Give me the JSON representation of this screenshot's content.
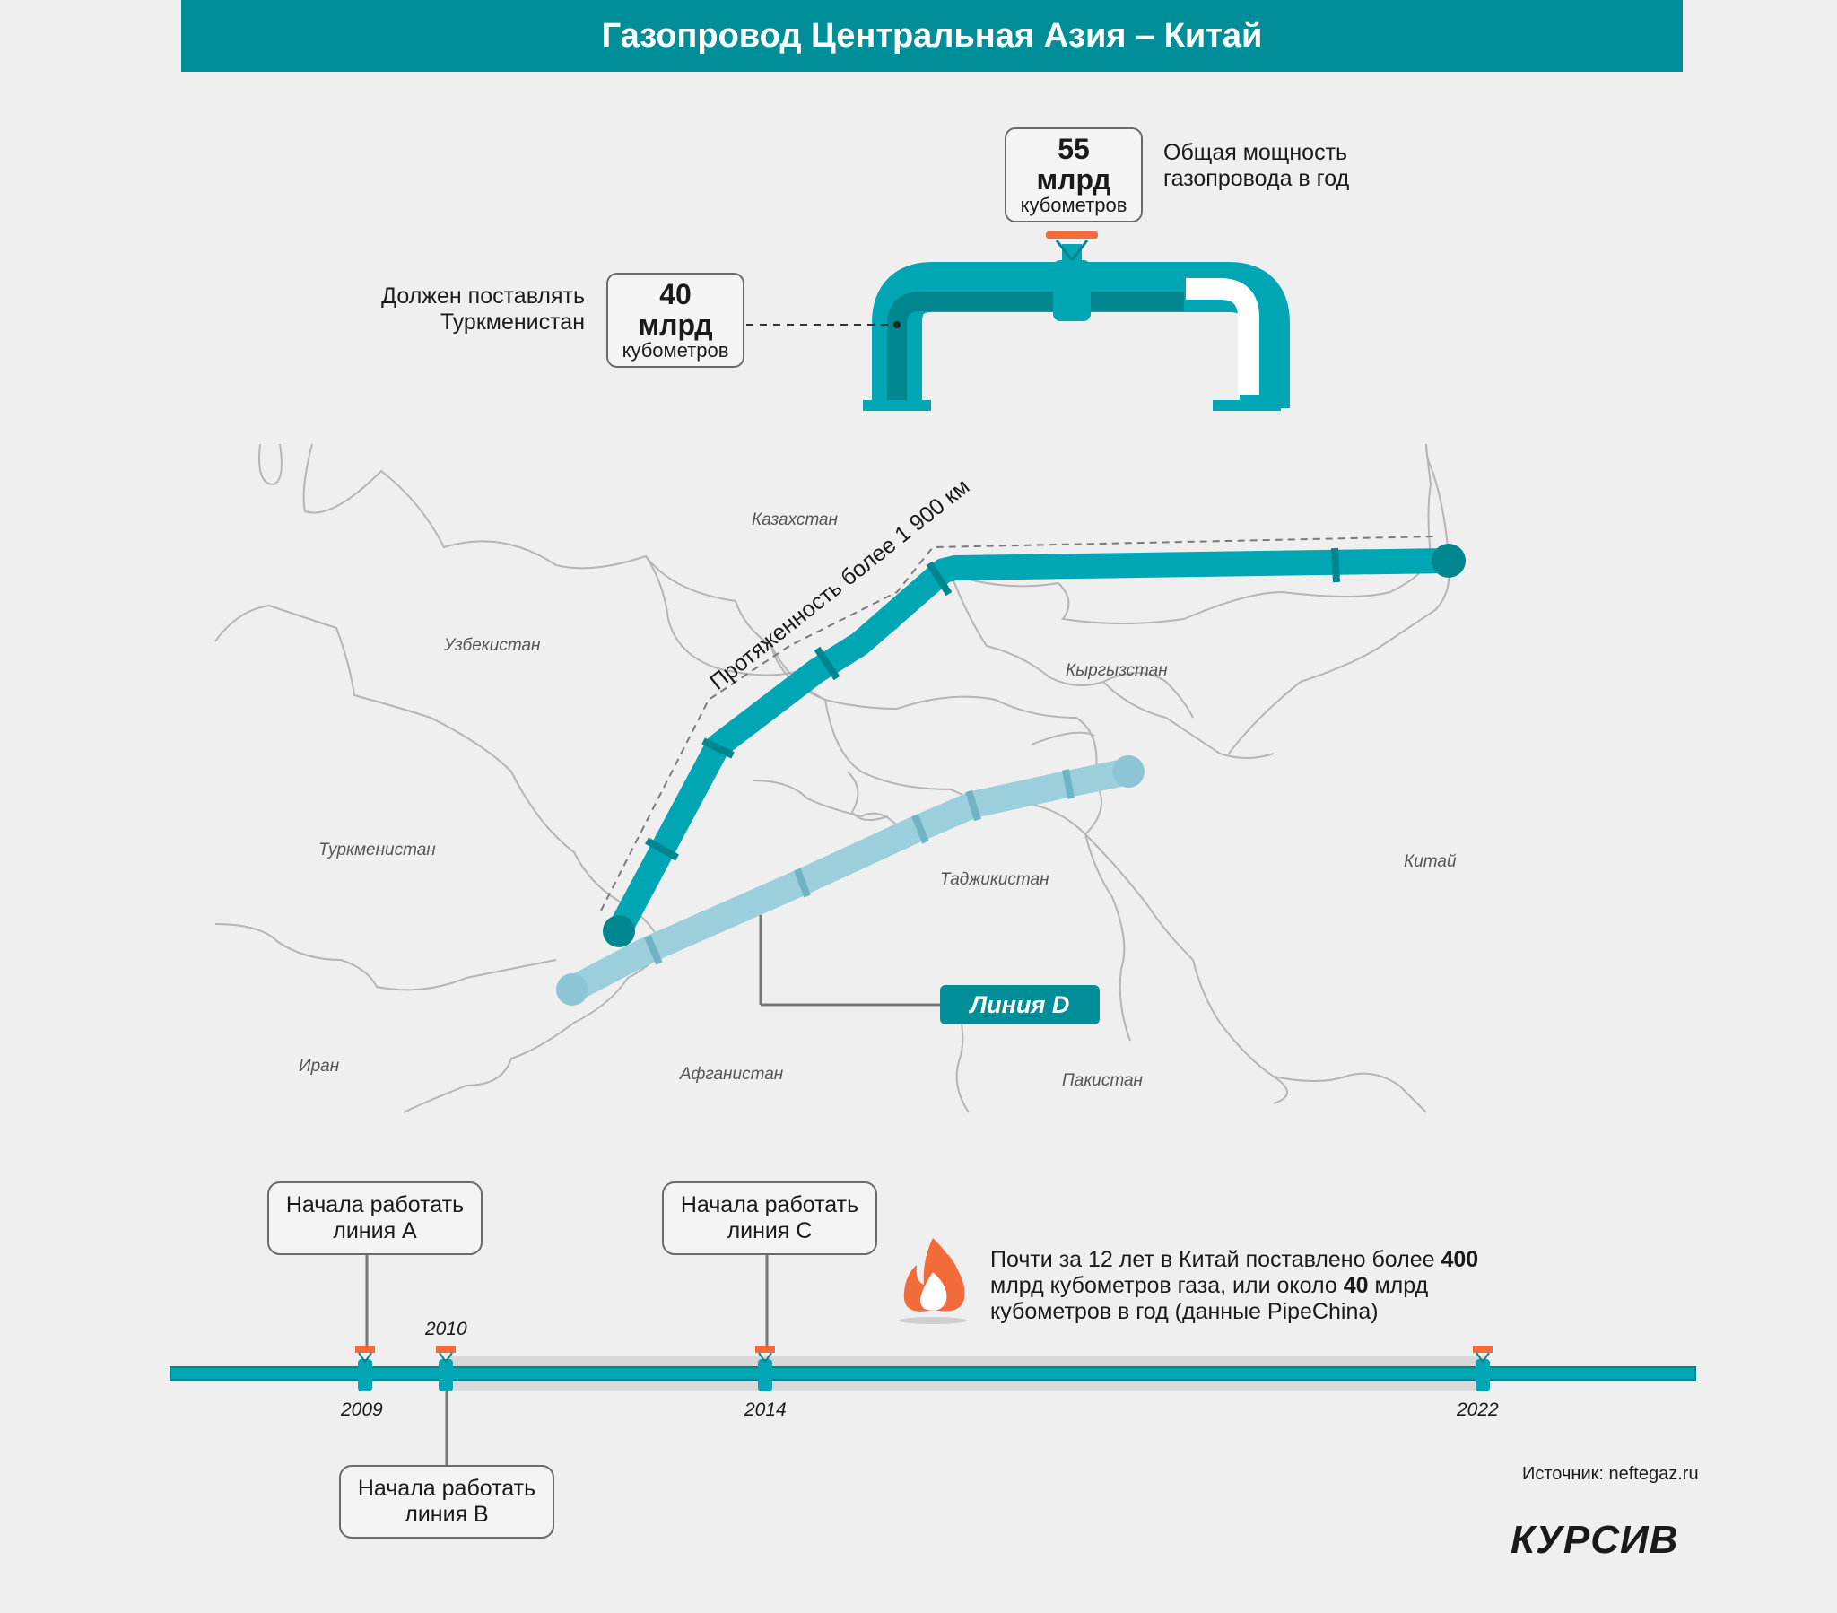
{
  "header": {
    "title": "Газопровод Центральная Азия – Китай"
  },
  "capacity": {
    "value": "55 млрд",
    "unit": "кубометров",
    "description": "Общая мощность газопровода в год"
  },
  "turkmenistan_supply": {
    "label": "Должен поставлять Туркменистан",
    "value": "40 млрд",
    "unit": "кубометров"
  },
  "map": {
    "countries": [
      "Казахстан",
      "Узбекистан",
      "Кыргызстан",
      "Туркменистан",
      "Таджикистан",
      "Китай",
      "Иран",
      "Афганистан",
      "Пакистан"
    ],
    "length_label": "Протяженность более 1 900 км",
    "line_d_label": "Линия D"
  },
  "timeline": {
    "years": [
      "2009",
      "2010",
      "2014",
      "2022"
    ],
    "events": [
      {
        "text": "Начала работать линия А"
      },
      {
        "text": "Начала работать линия В"
      },
      {
        "text": "Начала работать линия С"
      }
    ],
    "fact": {
      "part1": "Почти за 12 лет в Китай поставлено более",
      "bold1": "400",
      "part2": " млрд кубометров газа, или около ",
      "bold2": "40",
      "part3": " млрд кубометров в год (данные PipeChina)"
    }
  },
  "footer": {
    "source": "Источник: neftegaz.ru",
    "logo": "КУРСИВ"
  },
  "colors": {
    "teal": "#008e99",
    "pipe": "#00a6b4",
    "pipe_light": "#9ccfdc",
    "valve": "#f26b3a"
  }
}
